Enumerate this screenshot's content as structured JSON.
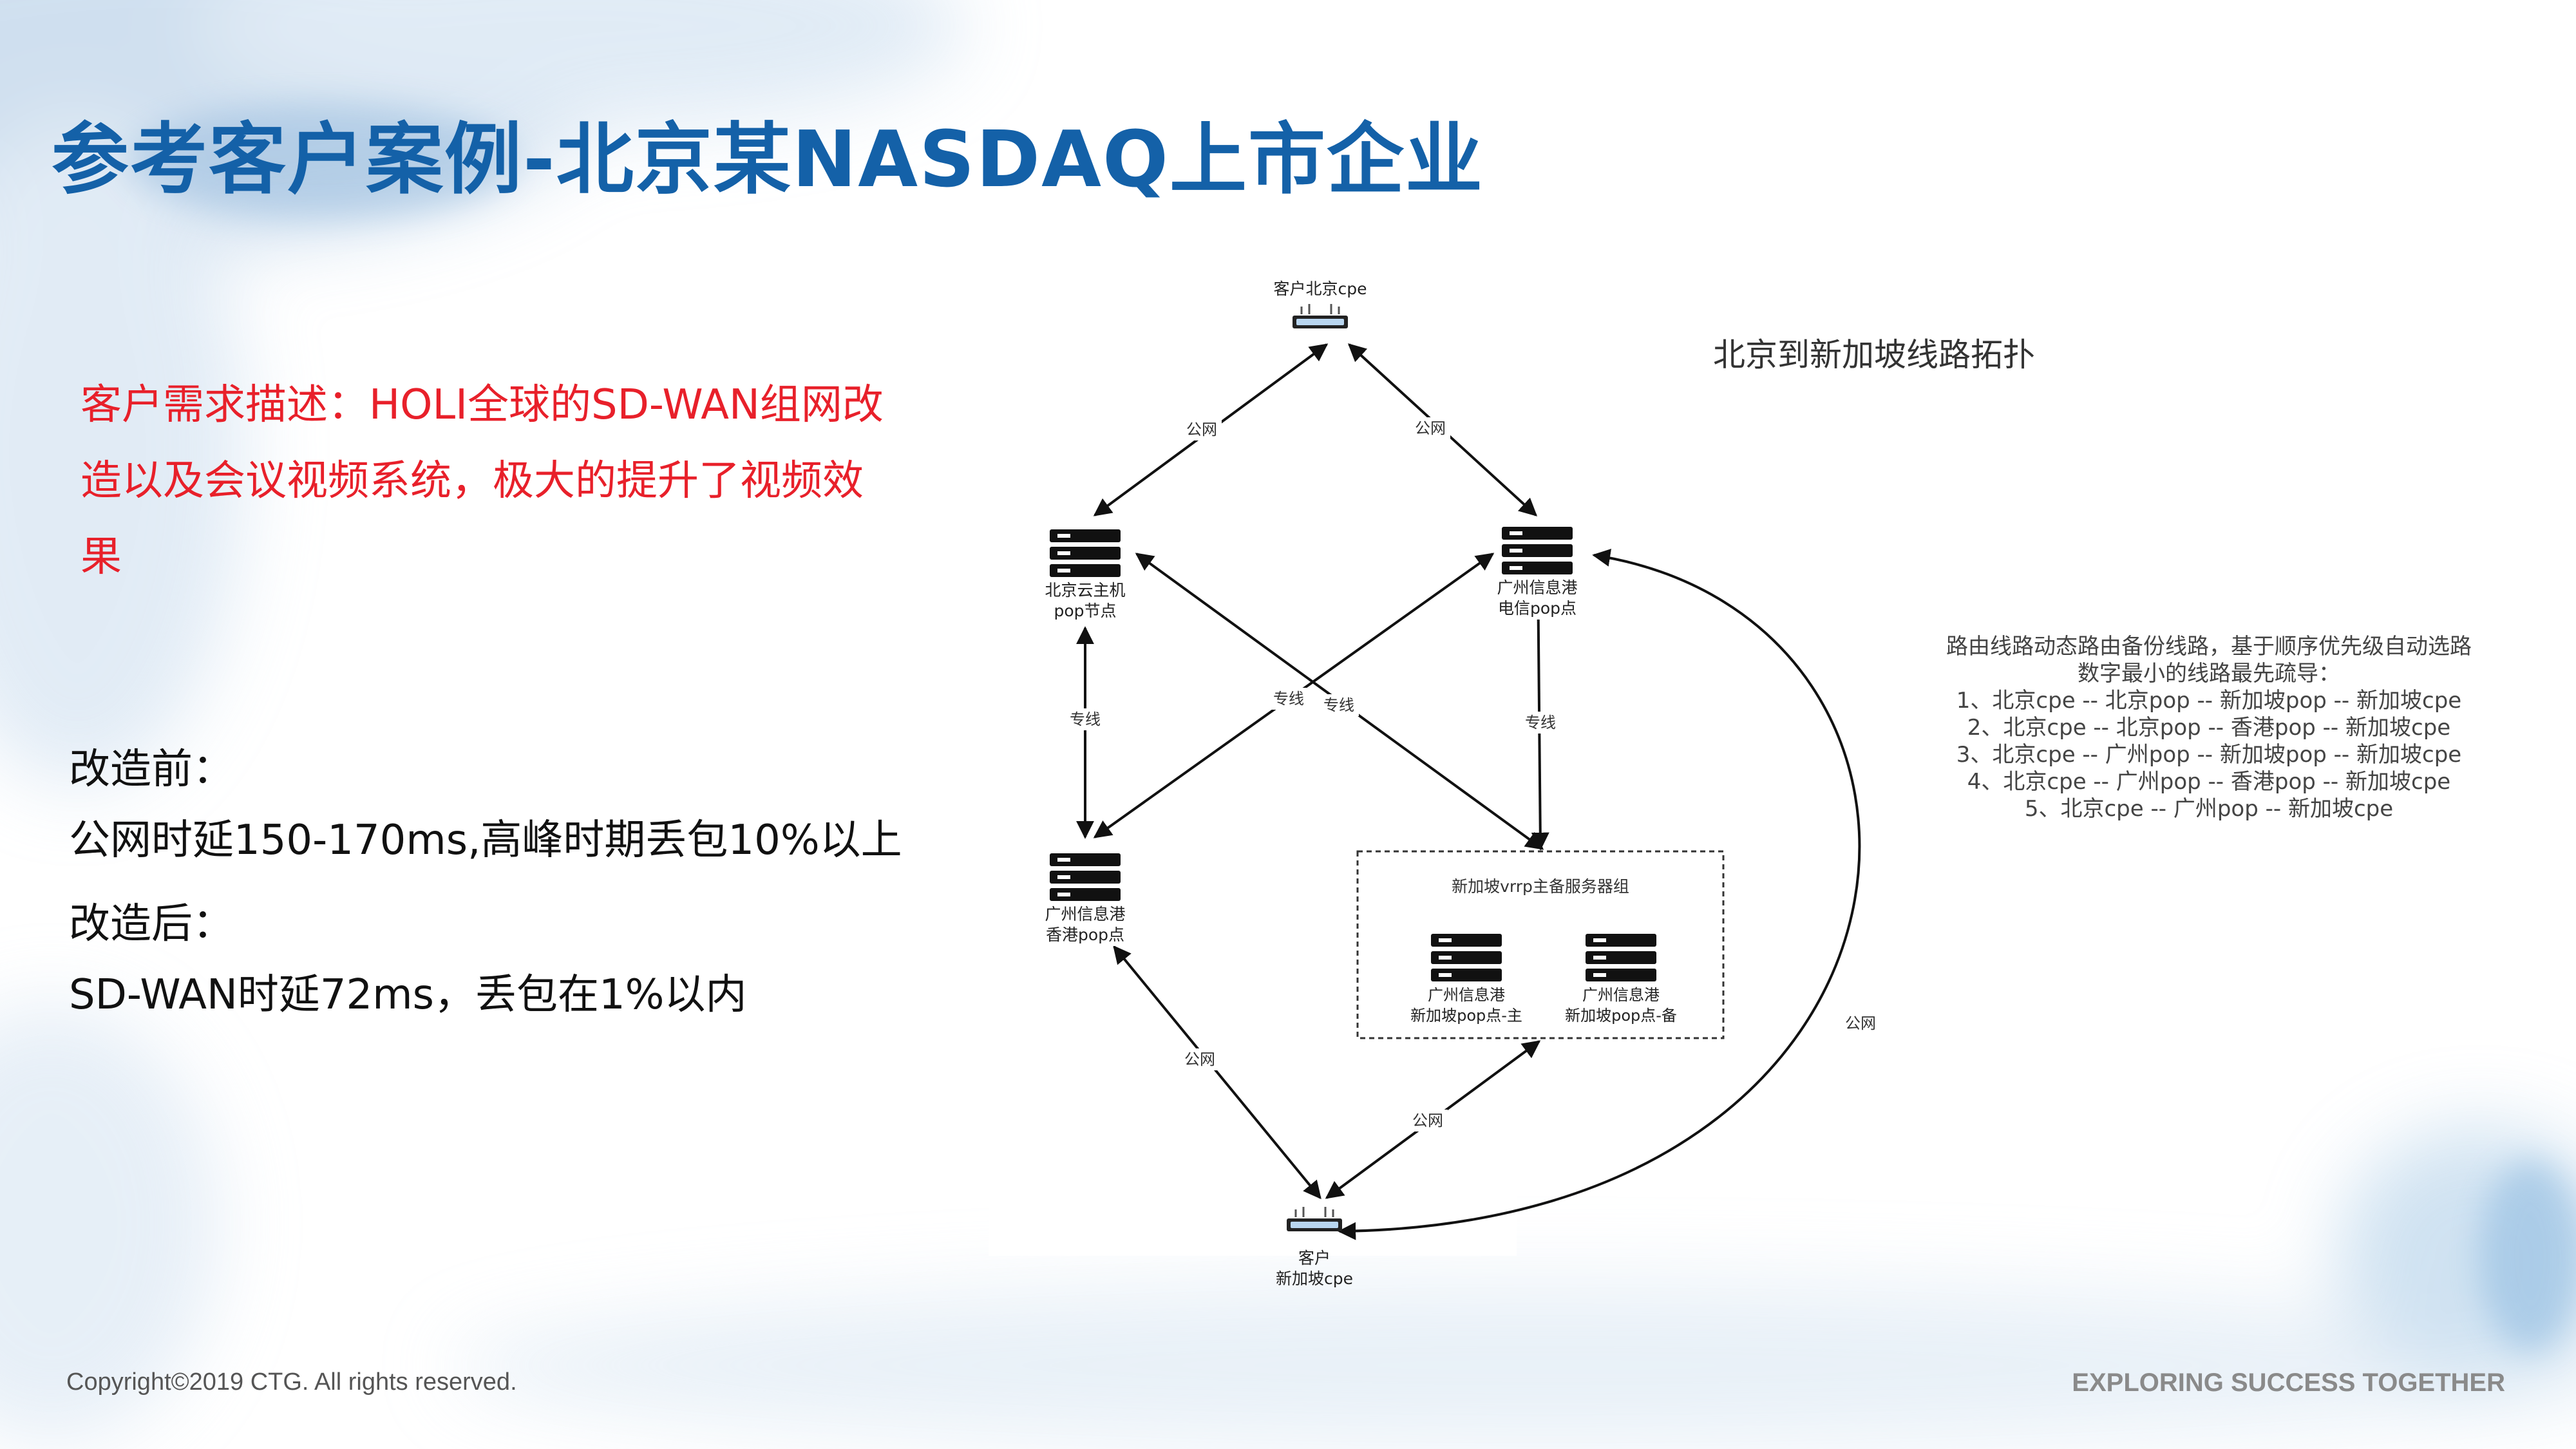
{
  "slide": {
    "title": "参考客户案例-北京某NASDAQ上市企业",
    "requirement": "客户需求描述：HOLI全球的SD-WAN组网改造以及会议视频系统，极大的提升了视频效果",
    "before_label": "改造前：",
    "before_text": "公网时延150-170ms,高峰时期丢包10%以上",
    "after_label": "改造后：",
    "after_text": "SD-WAN时延72ms，丢包在1%以内",
    "copyright": "Copyright©2019 CTG. All rights reserved.",
    "tagline": "EXPLORING SUCCESS TOGETHER"
  },
  "diagram": {
    "title": "北京到新加坡线路拓扑",
    "nodes": {
      "cpe_bj": "客户北京cpe",
      "pop_bj_1": "北京云主机",
      "pop_bj_2": "pop节点",
      "pop_gz_tel_1": "广州信息港",
      "pop_gz_tel_2": "电信pop点",
      "pop_hk_1": "广州信息港",
      "pop_hk_2": "香港pop点",
      "sg_group": "新加坡vrrp主备服务器组",
      "sg_main_1": "广州信息港",
      "sg_main_2": "新加坡pop点-主",
      "sg_backup_1": "广州信息港",
      "sg_backup_2": "新加坡pop点-备",
      "cpe_sg_1": "客户",
      "cpe_sg_2": "新加坡cpe"
    },
    "links": {
      "public": "公网",
      "dedicated": "专线"
    },
    "routing_notes": [
      "路由线路动态路由备份线路，基于顺序优先级自动选路",
      "数字最小的线路最先疏导：",
      "1、北京cpe -- 北京pop -- 新加坡pop -- 新加坡cpe",
      "2、北京cpe -- 北京pop -- 香港pop -- 新加坡cpe",
      "3、北京cpe -- 广州pop -- 新加坡pop -- 新加坡cpe",
      "4、北京cpe -- 广州pop -- 香港pop -- 新加坡cpe",
      "5、北京cpe -- 广州pop -- 新加坡cpe"
    ]
  }
}
